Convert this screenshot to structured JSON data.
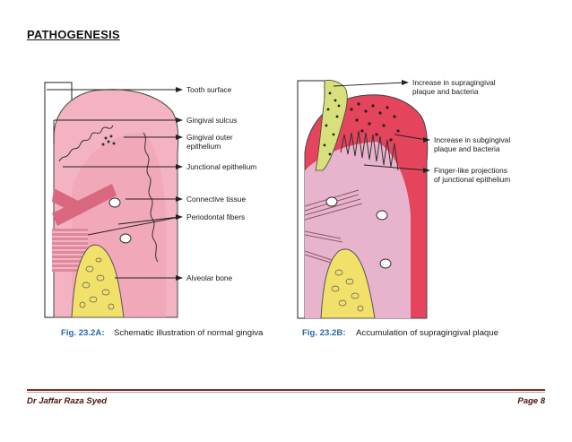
{
  "page": {
    "heading": "PATHOGENESIS",
    "footer_left": "Dr Jaffar Raza Syed",
    "footer_right": "Page 8"
  },
  "figure_a": {
    "labels": [
      "Tooth surface",
      "Gingival sulcus",
      "Gingival outer",
      "epithelium",
      "Junctional epithelium",
      "Connective tissue",
      "Periodontal fibers",
      "Alveolar bone"
    ],
    "caption_bold": "Fig. 23.2A:",
    "caption": "Schematic illustration of normal gingiva"
  },
  "figure_b": {
    "labels": [
      "Increase in supragingival",
      "plaque and bacteria",
      "Increase in subgingival",
      "plaque and bacteria",
      "Finger-like projections",
      "of junctional epithelium"
    ],
    "caption_bold": "Fig. 23.2B:",
    "caption": "Accumulation of supragingival plaque"
  },
  "colors": {
    "gingiva": "#f3b3c2",
    "connective": "#e9a6b8",
    "inflamed": "#e4445c",
    "bone": "#f1e16a",
    "tooth": "#ffffff",
    "plaque": "#d7e07a",
    "footer_rule": "#7a2a2a"
  }
}
